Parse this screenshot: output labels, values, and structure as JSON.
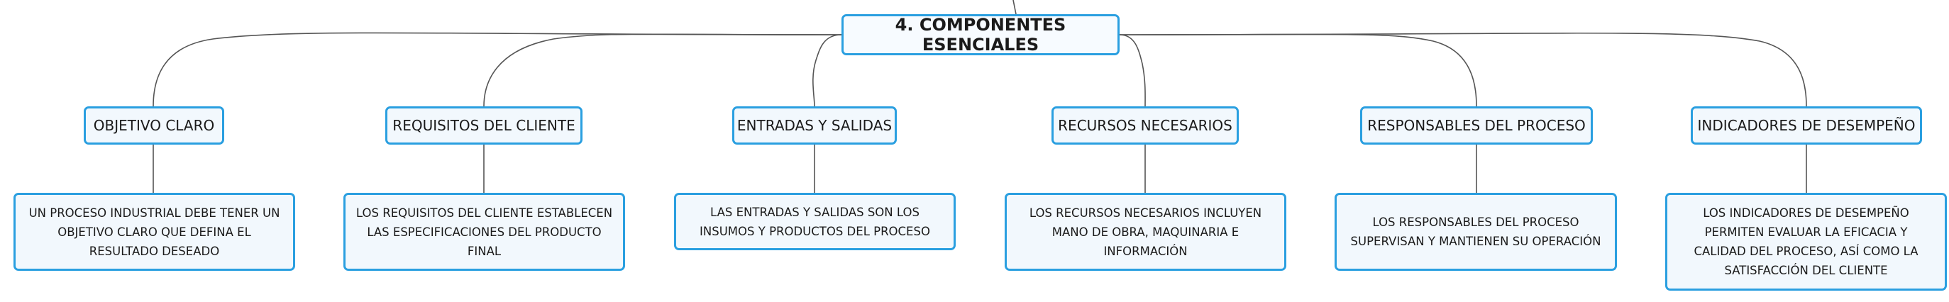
{
  "map": {
    "root": {
      "label": "4. COMPONENTES ESENCIALES"
    },
    "branches": [
      {
        "topic": "OBJETIVO CLARO",
        "detail": "UN PROCESO INDUSTRIAL DEBE TENER UN OBJETIVO CLARO QUE DEFINA EL RESULTADO DESEADO"
      },
      {
        "topic": "REQUISITOS DEL CLIENTE",
        "detail": "LOS REQUISITOS DEL CLIENTE ESTABLECEN LAS ESPECIFICACIONES DEL PRODUCTO FINAL"
      },
      {
        "topic": "ENTRADAS Y SALIDAS",
        "detail": "LAS ENTRADAS Y SALIDAS SON LOS INSUMOS Y PRODUCTOS DEL PROCESO"
      },
      {
        "topic": "RECURSOS NECESARIOS",
        "detail": "LOS RECURSOS NECESARIOS INCLUYEN MANO DE OBRA, MAQUINARIA E INFORMACIÓN"
      },
      {
        "topic": "RESPONSABLES DEL PROCESO",
        "detail": "LOS RESPONSABLES DEL PROCESO SUPERVISAN Y MANTIENEN SU OPERACIÓN"
      },
      {
        "topic": "INDICADORES DE DESEMPEÑO",
        "detail": "LOS INDICADORES DE DESEMPEÑO PERMITEN EVALUAR LA EFICACIA Y CALIDAD DEL PROCESO, ASÍ COMO LA SATISFACCIÓN DEL CLIENTE"
      }
    ]
  },
  "colors": {
    "node_border": "#2a9fe0",
    "node_fill": "#f2f8fd",
    "connector": "#555555"
  }
}
